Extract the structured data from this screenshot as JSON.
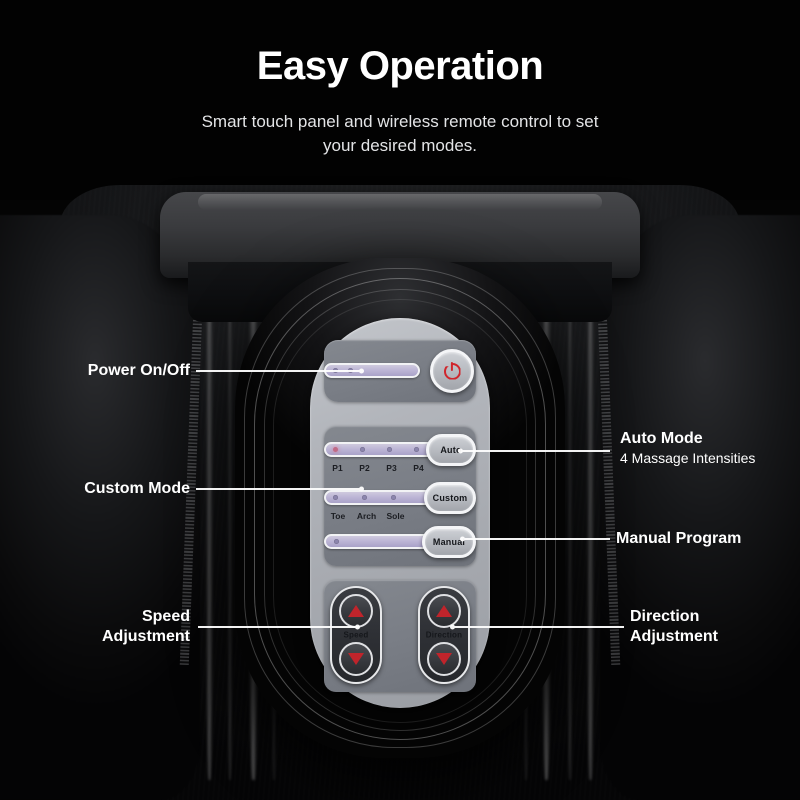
{
  "header": {
    "title": "Easy Operation",
    "subtitle": "Smart touch panel and wireless remote control to set your desired modes."
  },
  "callouts": {
    "power": {
      "label": "Power On/Off"
    },
    "custom": {
      "label": "Custom Mode"
    },
    "speed": {
      "label": "Speed\nAdjustment"
    },
    "auto": {
      "label": "Auto Mode",
      "sub": "4 Massage Intensities"
    },
    "manual": {
      "label": "Manual Program"
    },
    "direction": {
      "label": "Direction\nAdjustment"
    }
  },
  "panel": {
    "power_button": {
      "label": "",
      "icon": "power-icon"
    },
    "rows": [
      {
        "button": "Auto",
        "ticks": [
          "P1",
          "P2",
          "P3",
          "P4"
        ],
        "leds": 4,
        "active_led": 0
      },
      {
        "button": "Custom",
        "ticks": [
          "Toe",
          "Arch",
          "Sole"
        ],
        "leds": 3,
        "active_led": -1
      },
      {
        "button": "Manual",
        "ticks": [],
        "leds": 1,
        "active_led": -1
      }
    ],
    "pods": [
      {
        "label": "Speed",
        "up": "increase-speed",
        "down": "decrease-speed"
      },
      {
        "label": "Direction",
        "up": "direction-up",
        "down": "direction-down"
      }
    ]
  },
  "colors": {
    "background": "#050505",
    "title_text": "#ffffff",
    "panel_face": "#b2b5bb",
    "sub_plate": "#7a7e86",
    "slider_pill": "#bdb6d6",
    "accent_red": "#c0242b",
    "led_active": "#c06a86",
    "leader_line": "#ffffff"
  }
}
